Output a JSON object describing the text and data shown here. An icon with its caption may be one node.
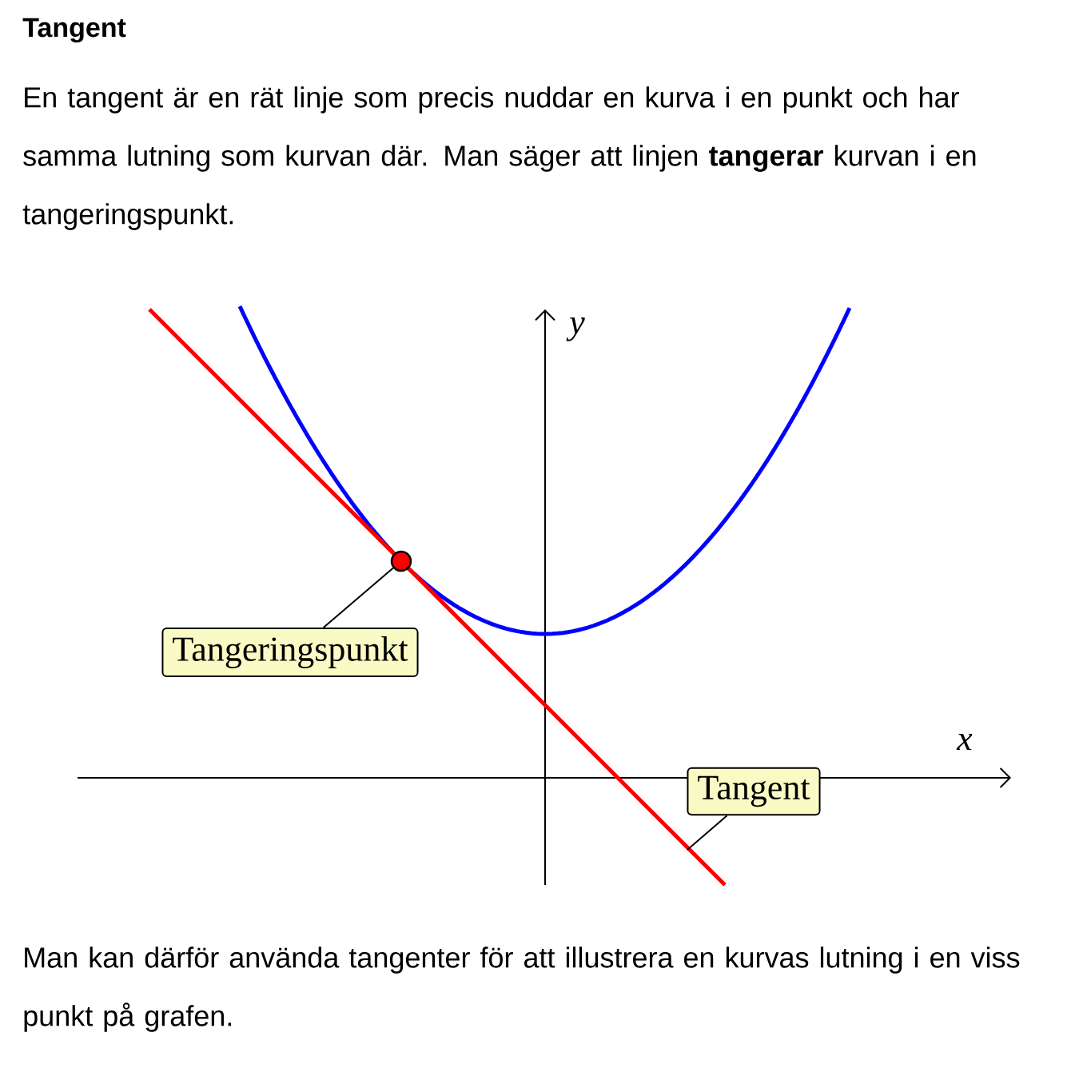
{
  "diagram": {
    "title": "Tangent",
    "nodes": [
      {
        "text": [
          "Tangeringspunkt"
        ]
      },
      {
        "text": [],
        "shape": "circle"
      },
      {
        "text": [
          "Tangent"
        ]
      }
    ],
    "edges": [
      {
        "from": 0,
        "to": 1,
        "arrow": "none"
      },
      {
        "from": 2,
        "to": null,
        "arrow": "none"
      }
    ],
    "labels": [
      "En tangent är en rät linje som precis nuddar en kurva i en punkt och har samma lutning som kurvan där. Man säger att linjen **tangerar** kurvan i en tangeringspunkt.",
      "y",
      "x",
      "Man kan därför använda tangenter för att illustrera en kurvas lutning i en viss punkt på grafen."
    ]
  }
}
